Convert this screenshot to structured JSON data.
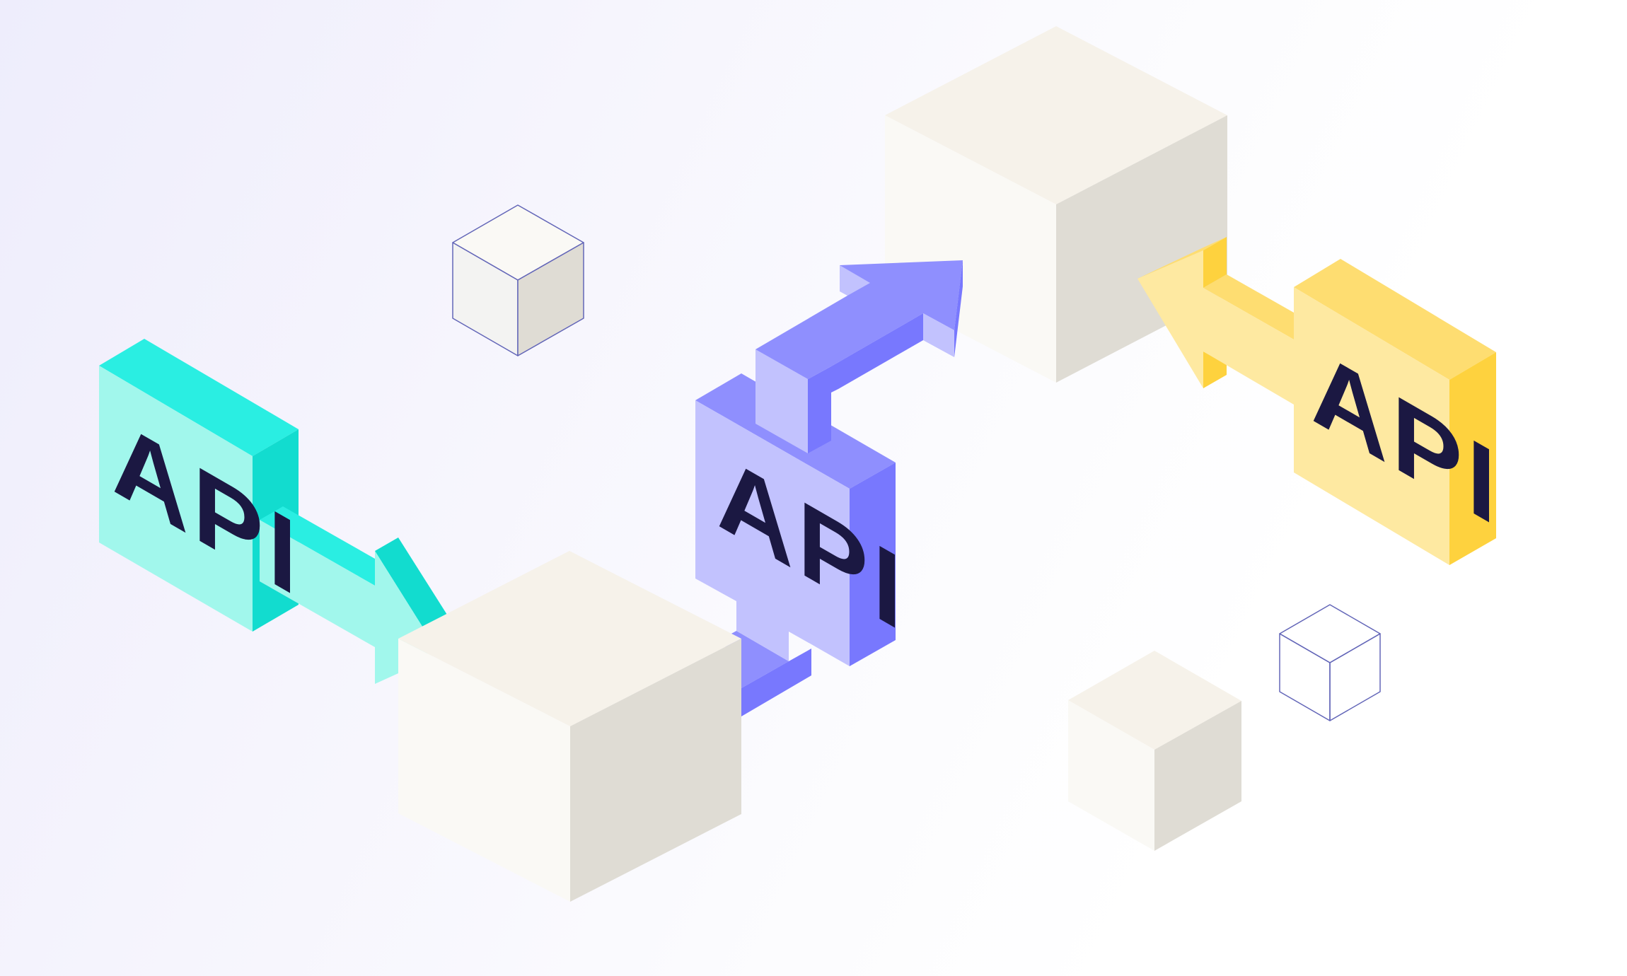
{
  "illustration": {
    "title": "API integration isometric illustration",
    "background": {
      "from": "#eeedfc",
      "to": "#ffffff"
    },
    "cube_colors": {
      "top": "#f6f2ea",
      "left": "#faf9f5",
      "right": "#dfdcd4"
    },
    "outline_color": "#6366b8",
    "text_color": "#1b1842",
    "api_blocks": [
      {
        "id": "teal",
        "label": "API",
        "colors": {
          "front": "#a1f7ec",
          "top": "#2aeee2",
          "side": "#12dccf"
        },
        "arrow_direction": "down-right"
      },
      {
        "id": "purple",
        "label": "API",
        "colors": {
          "front": "#c2c2fe",
          "top": "#8f8ffe",
          "side": "#7878fe"
        },
        "arrow_direction": "up-right"
      },
      {
        "id": "yellow",
        "label": "API",
        "colors": {
          "front": "#fee9a1",
          "top": "#fedd71",
          "side": "#fed23e"
        },
        "arrow_direction": "left"
      }
    ],
    "cubes": [
      {
        "id": "large-cube-bottom-left",
        "style": "solid"
      },
      {
        "id": "large-cube-top-right",
        "style": "solid"
      },
      {
        "id": "small-cube-bottom-right",
        "style": "solid"
      },
      {
        "id": "outlined-cube-top-left",
        "style": "outlined-shaded"
      },
      {
        "id": "outlined-cube-bottom-right",
        "style": "outlined-empty"
      }
    ]
  }
}
